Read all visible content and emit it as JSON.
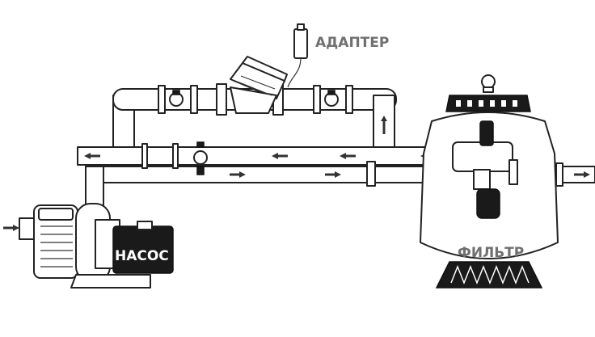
{
  "labels": {
    "adapter": "АДАПТЕР",
    "pump": "НАСОС",
    "filter": "ФИЛЬТР"
  },
  "colors": {
    "label_grey": "#707070",
    "label_white": "#ffffff",
    "line": "#222222"
  }
}
